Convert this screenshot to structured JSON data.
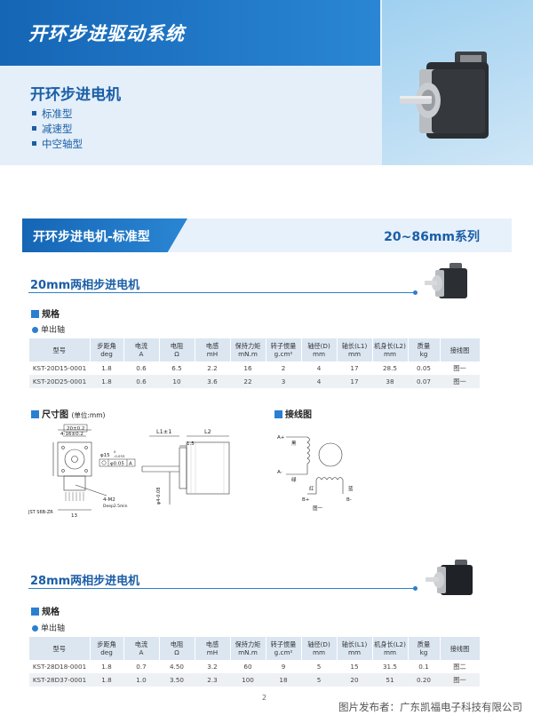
{
  "hero": {
    "title": "开环步进驱动系统",
    "subtitle": "开环步进电机",
    "items": [
      "标准型",
      "减速型",
      "中空轴型"
    ]
  },
  "section": {
    "title": "开环步进电机-标准型",
    "series": "20~86mm系列"
  },
  "specs_label": "规格",
  "shaft_label": "单出轴",
  "table_headers": [
    [
      "型号",
      ""
    ],
    [
      "步距角",
      "deg"
    ],
    [
      "电流",
      "A"
    ],
    [
      "电阻",
      "Ω"
    ],
    [
      "电感",
      "mH"
    ],
    [
      "保持力矩",
      "mN.m"
    ],
    [
      "转子惯量",
      "g.cm²"
    ],
    [
      "轴径(D)",
      "mm"
    ],
    [
      "轴长(L1)",
      "mm"
    ],
    [
      "机身长(L2)",
      "mm"
    ],
    [
      "质量",
      "kg"
    ],
    [
      "接线图",
      ""
    ]
  ],
  "motor20": {
    "title": "20mm两相步进电机",
    "rows": [
      [
        "KST-20D15-0001",
        "1.8",
        "0.6",
        "6.5",
        "2.2",
        "16",
        "2",
        "4",
        "17",
        "28.5",
        "0.05",
        "图一"
      ],
      [
        "KST-20D25-0001",
        "1.8",
        "0.6",
        "10",
        "3.6",
        "22",
        "3",
        "4",
        "17",
        "38",
        "0.07",
        "图一"
      ]
    ]
  },
  "dimension": {
    "label": "尺寸图",
    "unit": "(单位:mm)",
    "front": {
      "sq": "20±0.2",
      "pitch": "4-16±0.2",
      "width": "13",
      "connector": "JST S6B-ZR",
      "hole_dia": "15",
      "hole_tol": "0",
      "hole_tol2": "-0.033",
      "runout": "0.05",
      "datum": "A",
      "screw": "4-M2",
      "depth": "Deep2.5min"
    },
    "side": {
      "l1": "L1±1",
      "l2": "L2",
      "step": "1.5",
      "shaft": "φ4-0.08"
    }
  },
  "wiring": {
    "label": "接线图",
    "a_plus": "A+",
    "a_minus": "A-",
    "b_plus": "B+",
    "b_minus": "B-",
    "black": "黑",
    "green": "绿",
    "red": "红",
    "blue": "蓝",
    "caption": "图一"
  },
  "motor28": {
    "title": "28mm两相步进电机",
    "rows": [
      [
        "KST-28D18-0001",
        "1.8",
        "0.7",
        "4.50",
        "3.2",
        "60",
        "9",
        "5",
        "15",
        "31.5",
        "0.1",
        "图二"
      ],
      [
        "KST-28D37-0001",
        "1.8",
        "1.0",
        "3.50",
        "2.3",
        "100",
        "18",
        "5",
        "20",
        "51",
        "0.20",
        "图一"
      ]
    ]
  },
  "page_number": "2",
  "footer": "图片发布者：广东凯福电子科技有限公司",
  "colors": {
    "brand_blue": "#1a5ea6",
    "accent": "#2a86d4",
    "table_header": "#dbe6f1"
  }
}
